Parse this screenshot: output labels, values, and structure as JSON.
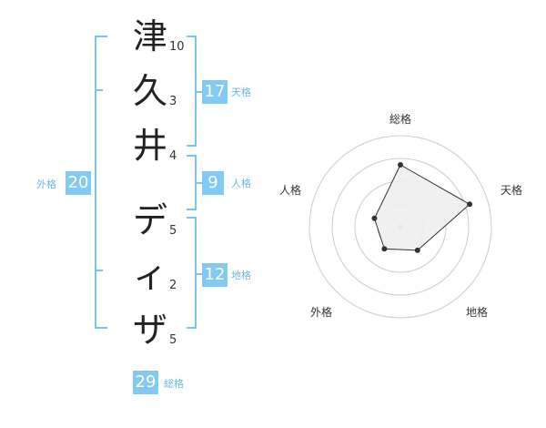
{
  "name_chars": [
    "津",
    "久",
    "井",
    "デ",
    "ィ",
    "ザ"
  ],
  "strokes": [
    "10",
    "3",
    "4",
    "5",
    "2",
    "5"
  ],
  "fortunes": {
    "tenkaku": {
      "value": "17",
      "label": "天格"
    },
    "jinkaku": {
      "value": "9",
      "label": "人格"
    },
    "chikaku": {
      "value": "12",
      "label": "地格"
    },
    "gaikaku": {
      "value": "20",
      "label": "外格"
    },
    "soukaku": {
      "value": "29",
      "label": "総格"
    }
  },
  "chart_data": {
    "type": "radar",
    "axes": [
      "総格",
      "天格",
      "地格",
      "外格",
      "人格"
    ],
    "values": [
      0.68,
      0.8,
      0.32,
      0.3,
      0.3
    ],
    "range": [
      0,
      1
    ],
    "rings": 4,
    "colors": {
      "fill": "#eeeeee",
      "line": "#333333",
      "ring": "#cccccc",
      "center": "#bbbbbb"
    }
  },
  "colors": {
    "accent": "#82c9f3",
    "bracket": "#7cc4f0"
  }
}
